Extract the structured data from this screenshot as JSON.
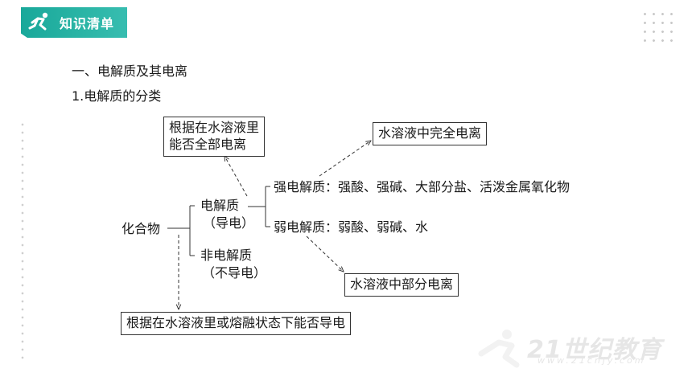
{
  "header": {
    "title": "知识清单"
  },
  "section": {
    "heading": "一、电解质及其电离",
    "subheading": "1.电解质的分类"
  },
  "diagram": {
    "compound": "化合物",
    "electrolyte": "电解质",
    "electrolyte_note": "（导电）",
    "non_electrolyte": "非电解质",
    "non_electrolyte_note": "（不导电）",
    "strong": "强电解质：强酸、强碱、大部分盐、活泼金属氧化物",
    "weak": "弱电解质：弱酸、弱碱、水",
    "box_basis_line1": "根据在水溶液里",
    "box_basis_line2": "能否全部电离",
    "box_complete": "水溶液中完全电离",
    "box_partial": "水溶液中部分电离",
    "box_conduct": "根据在水溶液里或熔融状态下能否导电"
  },
  "watermark": {
    "text": "21世纪教育",
    "sub": "www.21cnjy.com"
  },
  "colors": {
    "accent": "#2bb5a6",
    "line": "#333333",
    "watermark": "#e6e6e6"
  }
}
